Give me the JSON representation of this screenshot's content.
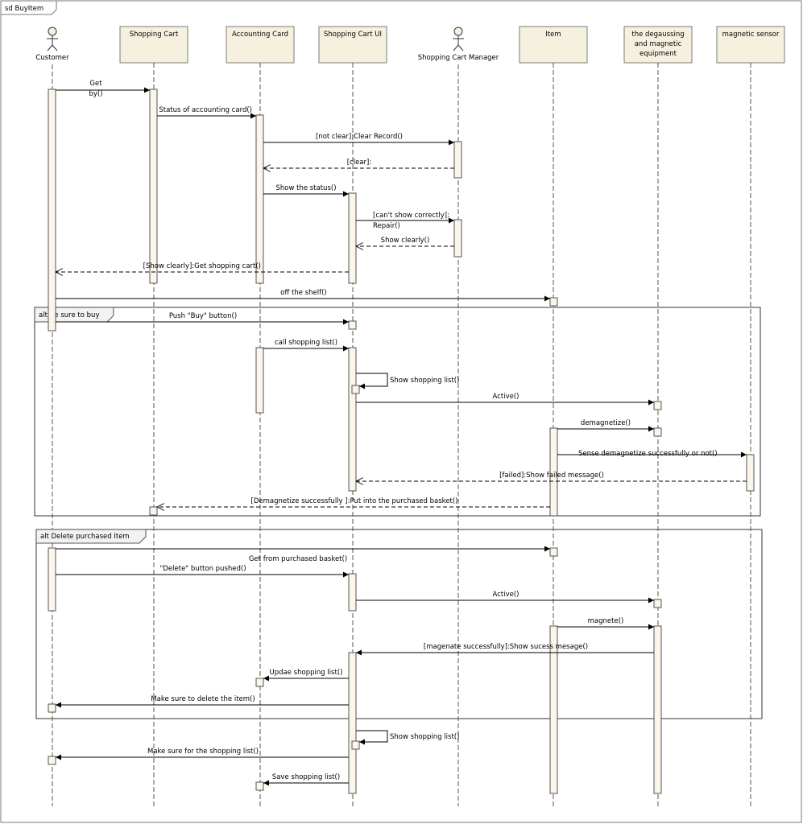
{
  "title": "sd BuyItem",
  "lifelines": {
    "customer": "Customer",
    "shopping_cart": "Shopping Cart",
    "accounting_card": "Accounting Card",
    "shopping_cart_ui": "Shopping Cart UI",
    "shopping_cart_manager": "Shopping Cart Manager",
    "item": "Item",
    "degaussing": [
      "the degaussing",
      "and magnetic",
      "equipment"
    ],
    "magnetic_sensor": "magnetic sensor"
  },
  "fragments": {
    "buy": "alt Be sure to buy",
    "delete": "alt Delete purchased Item"
  },
  "messages": {
    "m1": [
      "Get",
      "by()"
    ],
    "m2": "Status of accounting card()",
    "m3": "[not clear]:Clear Record()",
    "m4": "[clear]:",
    "m5": "Show the status()",
    "m6": [
      "[can't show correctly]:",
      "Repair()"
    ],
    "m7": "Show clearly()",
    "m8": "[Show clearly]:Get shopping cart()",
    "m9": "off the shelf()",
    "m10": "Push \"Buy\" button()",
    "m11": "call shopping list()",
    "m12": "Show shopping list()",
    "m13": "Active()",
    "m14": "demagnetize()",
    "m15": "Sense demagnetize successfully or not()",
    "m16": "[failed]:Show failed message()",
    "m17": "[Demagnetize successfully ]:Put into the purchased basket()",
    "m18": "Get from purchased basket()",
    "m19": "\"Delete\" button pushed()",
    "m20": "Active()",
    "m21": "magnete()",
    "m22": "[magenate successfully]:Show sucess mesage()",
    "m23": "Updae shopping list()",
    "m24": "Make sure to delete the item()",
    "m25": "Show shopping list()",
    "m26": "Make sure for the shopping list()",
    "m27": "Save shopping list()"
  }
}
